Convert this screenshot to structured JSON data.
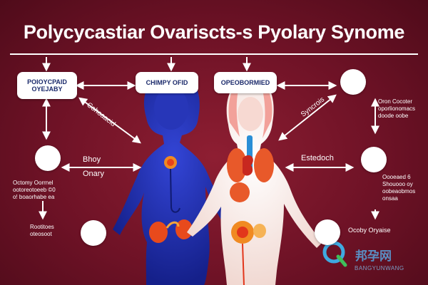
{
  "title": "Polycycastiar Ovariscts-s Pyolary Synome",
  "boxes": {
    "top_left": [
      "POIOYCPAID",
      "OYEJABY"
    ],
    "top_mid_left": "CHIMPY OFID",
    "top_mid_right": "OPEOBORMIED"
  },
  "arrow_labels": {
    "diag_left": "Cohoaacid",
    "diag_right": "Syncrois",
    "left_mid_1": "Bhoy",
    "left_mid_2": "Onary",
    "right_mid": "Estedoch"
  },
  "left_notes": {
    "block1": [
      "Octomy Oorrnel",
      "ootoreotoeeb ©0",
      "o! boaorhabe ea"
    ],
    "block2": [
      "Rootitoes",
      "oteosoot"
    ]
  },
  "right_notes": {
    "block1": [
      "Oron Cocoter",
      "oporlionomacs",
      "doode oobe"
    ],
    "block2": [
      "Oooeaed 6",
      "Shouooo oy",
      "oobeaobmos",
      "onsaa"
    ],
    "block3": "Ocoby Oryaise"
  },
  "icons": [
    "hormone-icon",
    "uterus-icon",
    "ovary-icon",
    "person-icon",
    "doctor-icon",
    "ovary-icon"
  ],
  "watermark": {
    "chars": "邦孕网",
    "latin": "BANGYUNWANG"
  },
  "colors": {
    "background": "#6e1226",
    "left_figure": "#1f2fa8",
    "right_figure": "#f7e3dd",
    "organ": "#e84a1c",
    "box_text": "#1b2a6b"
  }
}
